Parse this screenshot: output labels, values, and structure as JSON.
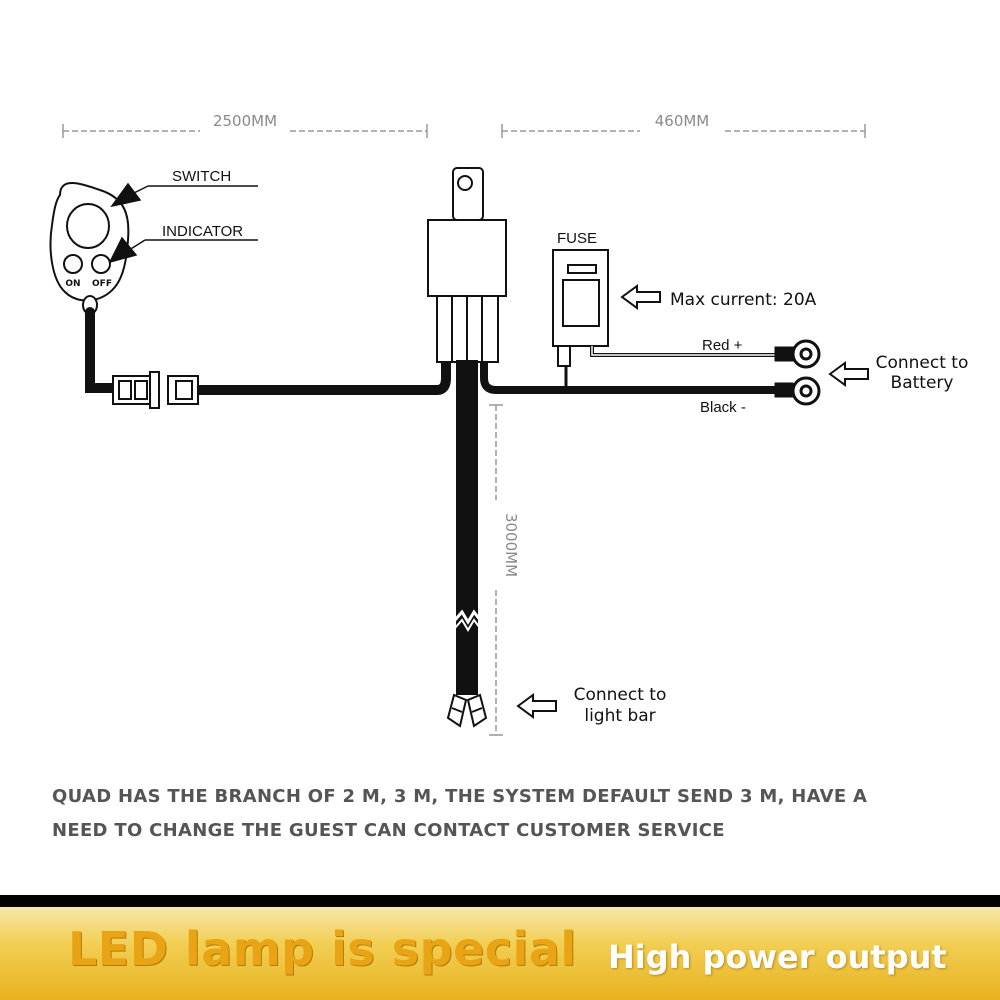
{
  "dimensions": {
    "left_length": "2500MM",
    "right_length": "460MM",
    "vertical_length": "3000MM"
  },
  "labels": {
    "switch": "SWITCH",
    "indicator": "INDICATOR",
    "on": "ON",
    "off": "OFF",
    "fuse": "FUSE",
    "max_current": "Max current: 20A",
    "red": "Red +",
    "black": "Black -",
    "battery_line1": "Connect to",
    "battery_line2": "Battery",
    "lightbar_line1": "Connect to",
    "lightbar_line2": "light bar"
  },
  "note": {
    "line1": "QUAD HAS THE BRANCH OF 2 M, 3 M, THE SYSTEM DEFAULT SEND 3 M, HAVE A",
    "line2": "NEED TO CHANGE THE GUEST CAN CONTACT CUSTOMER SERVICE"
  },
  "banner": {
    "main": "LED lamp is special",
    "sub": "High power output"
  },
  "colors": {
    "wire": "#111111",
    "dimension": "#8a8a8a",
    "banner_text": "#e8a415"
  }
}
